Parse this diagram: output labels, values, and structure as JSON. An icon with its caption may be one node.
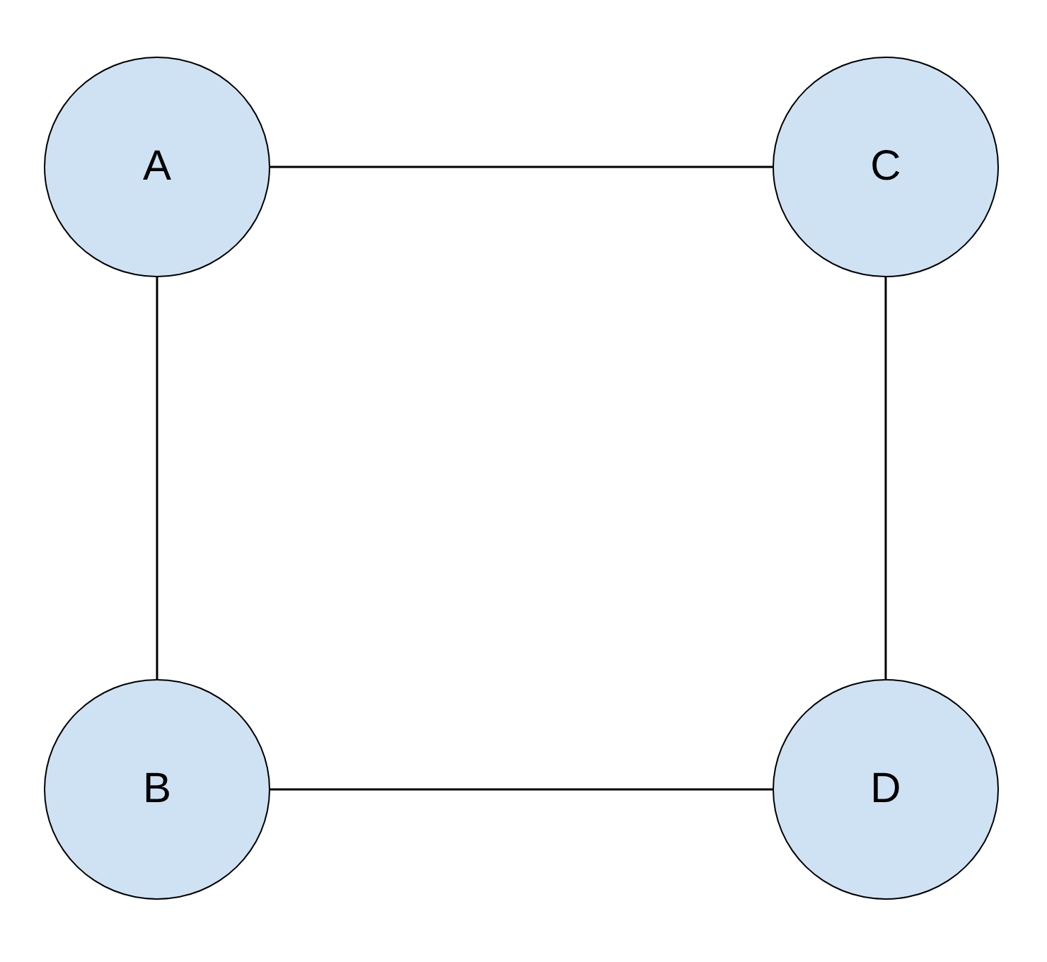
{
  "diagram": {
    "nodes": [
      {
        "text": [
          "A"
        ]
      },
      {
        "text": [
          "C"
        ]
      },
      {
        "text": [
          "B"
        ]
      },
      {
        "text": [
          "D"
        ]
      }
    ],
    "edges": [
      {
        "from": 0,
        "to": 1,
        "arrow": "none"
      },
      {
        "from": 0,
        "to": 2,
        "arrow": "none"
      },
      {
        "from": 1,
        "to": 3,
        "arrow": "none"
      },
      {
        "from": 2,
        "to": 3,
        "arrow": "none"
      }
    ]
  }
}
